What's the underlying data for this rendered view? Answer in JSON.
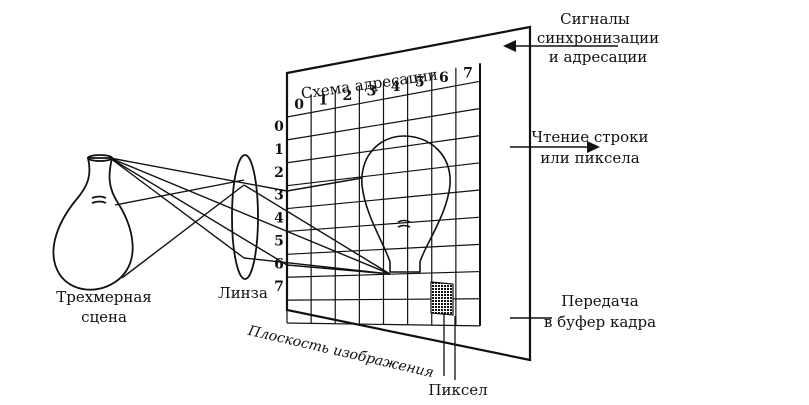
{
  "labels": {
    "sync_line1": "Сигналы",
    "sync_line2": "синхронизации",
    "sync_line3": "и адресации",
    "addressing": "Схема адресации",
    "read_line1": "Чтение строки",
    "read_line2": "или пиксела",
    "transfer_line1": "Передача",
    "transfer_line2": "в буфер кадра",
    "image_plane": "Плоскость изображения",
    "pixel": "Пиксел",
    "scene_line1": "Трехмерная",
    "scene_line2": "сцена",
    "lens": "Линза"
  },
  "columns": [
    "0",
    "1",
    "2",
    "3",
    "4",
    "5",
    "6",
    "7"
  ],
  "rows": [
    "0",
    "1",
    "2",
    "3",
    "4",
    "5",
    "6",
    "7"
  ]
}
